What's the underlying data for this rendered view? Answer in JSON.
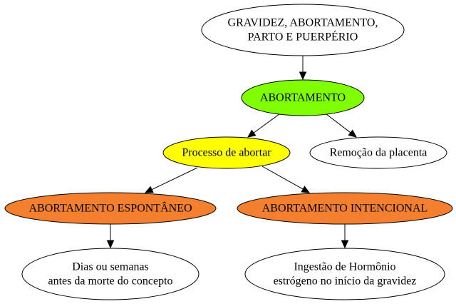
{
  "nodes": [
    {
      "id": "root",
      "lines": [
        "GRAVIDEZ, ABORTAMENTO,",
        "PARTO E PUERPÉRIO"
      ],
      "fill": "#ffffff"
    },
    {
      "id": "abortamento",
      "lines": [
        "ABORTAMENTO"
      ],
      "fill": "#7fff00"
    },
    {
      "id": "processo",
      "lines": [
        "Processo de abortar"
      ],
      "fill": "#ffff00"
    },
    {
      "id": "remocao",
      "lines": [
        "Remoção da placenta"
      ],
      "fill": "#ffffff"
    },
    {
      "id": "espontaneo",
      "lines": [
        "ABORTAMENTO ESPONTÂNEO"
      ],
      "fill": "#f4802f"
    },
    {
      "id": "intencional",
      "lines": [
        "ABORTAMENTO INTENCIONAL"
      ],
      "fill": "#f4802f"
    },
    {
      "id": "dias",
      "lines": [
        "Dias ou semanas",
        "antes da morte do concepto"
      ],
      "fill": "#ffffff"
    },
    {
      "id": "ingestao",
      "lines": [
        "Ingestão de Hormônio",
        "estrógeno no início da gravidez"
      ],
      "fill": "#ffffff"
    }
  ],
  "edges": [
    {
      "from": "root",
      "to": "abortamento"
    },
    {
      "from": "abortamento",
      "to": "processo"
    },
    {
      "from": "abortamento",
      "to": "remocao"
    },
    {
      "from": "processo",
      "to": "espontaneo"
    },
    {
      "from": "processo",
      "to": "intencional"
    },
    {
      "from": "espontaneo",
      "to": "dias"
    },
    {
      "from": "intencional",
      "to": "ingestao"
    }
  ]
}
